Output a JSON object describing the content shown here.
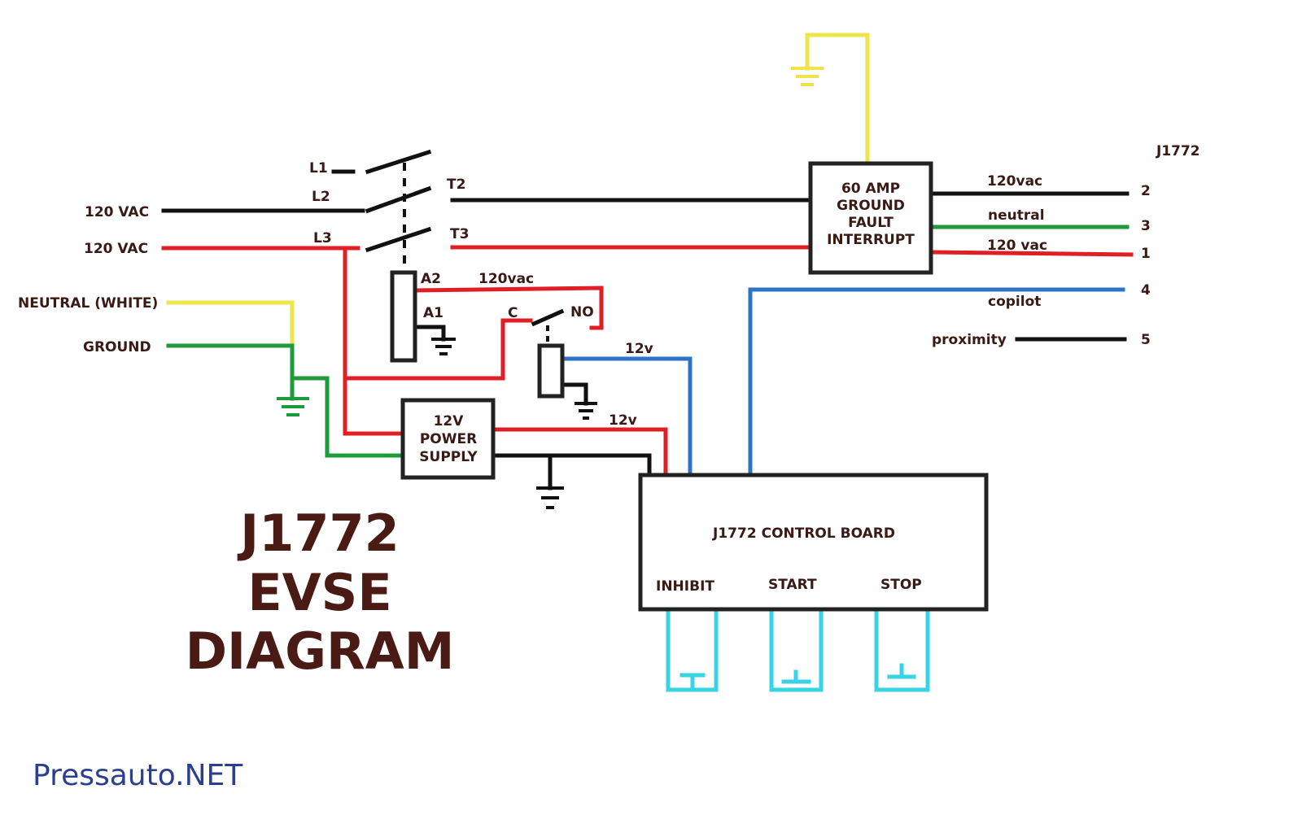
{
  "colors": {
    "hot_line": "#e01f25",
    "line_black": "#111111",
    "neutral": "#ede54a",
    "ground": "#1f9a3b",
    "signal": "#2f73c8",
    "switch": "#39d3e6",
    "title_text": "#4a1a14",
    "brand_text": "#2a3f8f"
  },
  "title": {
    "line1": "J1772",
    "line2": "EVSE",
    "line3": "DIAGRAM"
  },
  "inputs": {
    "l2_supply": "120 VAC",
    "l3_supply": "120 VAC",
    "neutral": "NEUTRAL (WHITE)",
    "ground": "GROUND"
  },
  "contactor": {
    "l1": "L1",
    "l2": "L2",
    "l3": "L3",
    "t2": "T2",
    "t3": "T3",
    "coil_a2": "A2",
    "coil_a1": "A1"
  },
  "relay": {
    "c": "C",
    "no": "NO",
    "coil_supply": "120vac",
    "coil_signal": "12v"
  },
  "power_supply": {
    "line1": "12V",
    "line2": "POWER",
    "line3": "SUPPLY",
    "output": "12v"
  },
  "gfi": {
    "line1": "60 AMP",
    "line2": "GROUND",
    "line3": "FAULT",
    "line4": "INTERRUPT"
  },
  "connector": {
    "title": "J1772",
    "pins": [
      {
        "label": "120vac",
        "pin": "2"
      },
      {
        "label": "neutral",
        "pin": "3"
      },
      {
        "label": "120 vac",
        "pin": "1"
      },
      {
        "label": "copilot",
        "pin": "4"
      },
      {
        "label": "proximity",
        "pin": "5"
      }
    ]
  },
  "control_board": {
    "title": "J1772 CONTROL BOARD",
    "inhibit": "INHIBIT",
    "start": "START",
    "stop": "STOP"
  },
  "brand": "Pressauto.NET"
}
